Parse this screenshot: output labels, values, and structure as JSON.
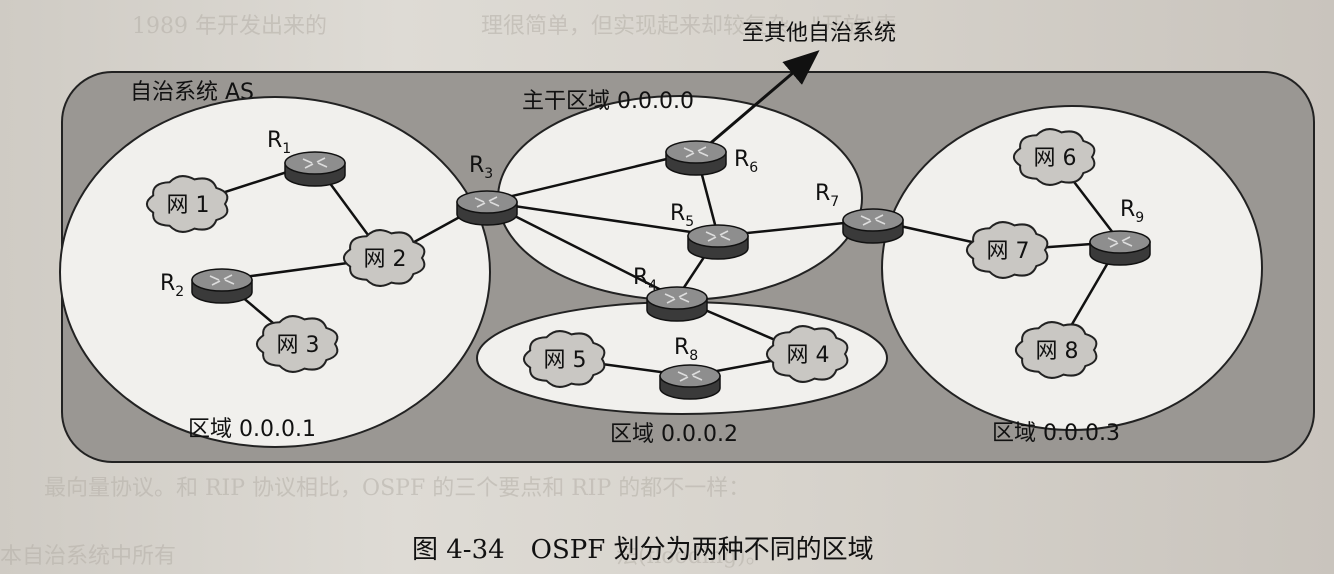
{
  "diagram": {
    "as_label": "自治系统 AS",
    "backbone_label": "主干区域 0.0.0.0",
    "external_label": "至其他自治系统",
    "areas": [
      {
        "id": "area1",
        "label": "区域 0.0.0.1"
      },
      {
        "id": "area2",
        "label": "区域 0.0.0.2"
      },
      {
        "id": "area3",
        "label": "区域 0.0.0.3"
      }
    ],
    "routers": [
      {
        "id": "R1",
        "label": "R",
        "sub": "1"
      },
      {
        "id": "R2",
        "label": "R",
        "sub": "2"
      },
      {
        "id": "R3",
        "label": "R",
        "sub": "3"
      },
      {
        "id": "R4",
        "label": "R",
        "sub": "4"
      },
      {
        "id": "R5",
        "label": "R",
        "sub": "5"
      },
      {
        "id": "R6",
        "label": "R",
        "sub": "6"
      },
      {
        "id": "R7",
        "label": "R",
        "sub": "7"
      },
      {
        "id": "R8",
        "label": "R",
        "sub": "8"
      },
      {
        "id": "R9",
        "label": "R",
        "sub": "9"
      }
    ],
    "networks": [
      {
        "id": "n1",
        "label": "网 1"
      },
      {
        "id": "n2",
        "label": "网 2"
      },
      {
        "id": "n3",
        "label": "网 3"
      },
      {
        "id": "n4",
        "label": "网 4"
      },
      {
        "id": "n5",
        "label": "网 5"
      },
      {
        "id": "n6",
        "label": "网 6"
      },
      {
        "id": "n7",
        "label": "网 7"
      },
      {
        "id": "n8",
        "label": "网 8"
      }
    ],
    "links": [
      [
        "R1",
        "n1"
      ],
      [
        "R1",
        "n2"
      ],
      [
        "R2",
        "n2"
      ],
      [
        "R2",
        "n3"
      ],
      [
        "n2",
        "R3"
      ],
      [
        "R3",
        "R6"
      ],
      [
        "R3",
        "R5"
      ],
      [
        "R6",
        "R5"
      ],
      [
        "R5",
        "R7"
      ],
      [
        "R5",
        "R4"
      ],
      [
        "R4",
        "R3"
      ],
      [
        "R4",
        "n4"
      ],
      [
        "n4",
        "R8"
      ],
      [
        "R8",
        "n5"
      ],
      [
        "R7",
        "n7"
      ],
      [
        "n7",
        "R9"
      ],
      [
        "R9",
        "n6"
      ],
      [
        "R9",
        "n8"
      ]
    ]
  },
  "caption": "图 4-34　OSPF 划分为两种不同的区域",
  "colors": {
    "as_fill": "#9a9793",
    "area_fill": "#f1f0ed",
    "router_top": "#8e8e8e",
    "router_side": "#3a3a3a",
    "cloud_fill": "#c9c7c3",
    "line": "#111111"
  }
}
